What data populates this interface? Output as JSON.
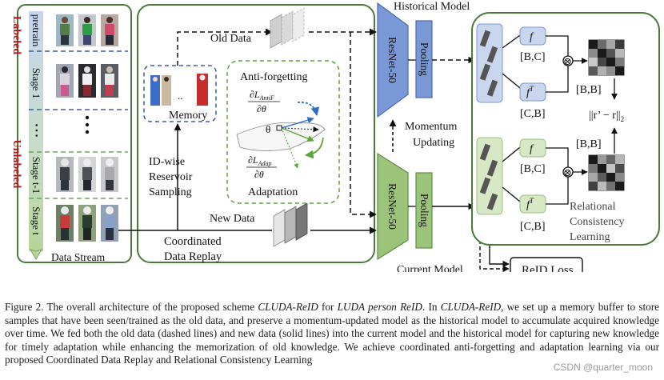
{
  "stream_panel": {
    "labeled": "Labeled",
    "unlabeled": "Unlabeled",
    "pretrain": "pretrain",
    "stage1": "Stage 1",
    "dots": "• • •",
    "stage_t_minus_1": "Stage t-1",
    "stage_t": "Stage t",
    "data_stream": "Data Stream"
  },
  "replay_panel": {
    "memory": "Memory",
    "old_data": "Old Data",
    "new_data": "New Data",
    "id_wise_1": "ID-wise",
    "id_wise_2": "Reservoir",
    "id_wise_3": "Sampling",
    "coordinated_1": "Coordinated",
    "coordinated_2": "Data Replay",
    "anti_forgetting": "Anti-forgetting",
    "grad_anti": "∂L",
    "grad_anti_sub": "AntiF",
    "grad_den": "∂θ",
    "theta": "θ",
    "grad_adap": "∂L",
    "grad_adap_sub": "Adap",
    "adaptation": "Adaptation"
  },
  "models": {
    "historical_model": "Historical Model",
    "current_model": "Current Model",
    "resnet": "ResNet-50",
    "pooling": "Pooling",
    "momentum_1": "Momentum",
    "momentum_2": "Updating"
  },
  "relational": {
    "f": "f",
    "fT": "f",
    "fT_sup": "T",
    "bc": "[B,C]",
    "cb": "[C,B]",
    "bb": "[B,B]",
    "otimes": "⊗",
    "norm": "||r’ − r||",
    "norm_sub": "2",
    "rcl_1": "Relational",
    "rcl_2": "Consistency",
    "rcl_3": "Learning",
    "reid_loss": "ReID Loss"
  },
  "caption": {
    "p1": "Figure 2. The overall architecture of the proposed scheme ",
    "i1": "CLUDA-ReID",
    "p2": " for ",
    "i2": "LUDA person ReID",
    "p3": ". In ",
    "i3": "CLUDA-ReID",
    "p4": ", we set up a memory buffer to store samples that have been seen/trained as the old data, and preserve a momentum-updated model as the historical model to accumulate acquired knowledge over time. We fed both the old data (dashed lines) and new data (solid lines) into the current model and the historical model for capturing new knowledge for timely adaptation while enhancing the memorization of old knowledge. We achieve coordinated anti-forgetting and adaptation learning via our proposed Coordinated Data Replay and Relational Consistency Learning"
  },
  "watermark": "CSDN @quarter_moon",
  "colors": {
    "labeled_red": "#c0111c",
    "historical_blue": "#7a98d6",
    "current_green": "#9cc37a",
    "panel_stroke": "#4b7a3d"
  }
}
